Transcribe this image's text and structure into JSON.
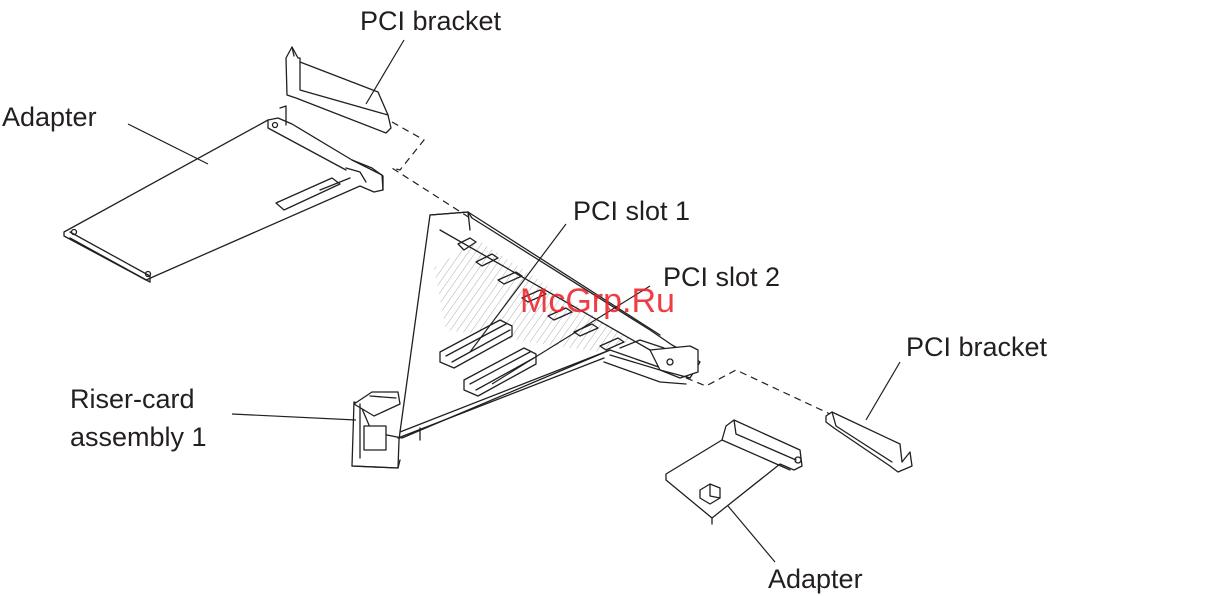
{
  "labels": {
    "pci_bracket_top": "PCI bracket",
    "adapter_left": "Adapter",
    "pci_slot_1": "PCI slot 1",
    "pci_slot_2": "PCI slot 2",
    "pci_bracket_right": "PCI bracket",
    "riser_line1": "Riser-card",
    "riser_line2": "assembly 1",
    "adapter_bottom": "Adapter"
  },
  "watermark": "McGrp.Ru",
  "colors": {
    "line": "#231f20",
    "watermark": "#ed1c24"
  }
}
